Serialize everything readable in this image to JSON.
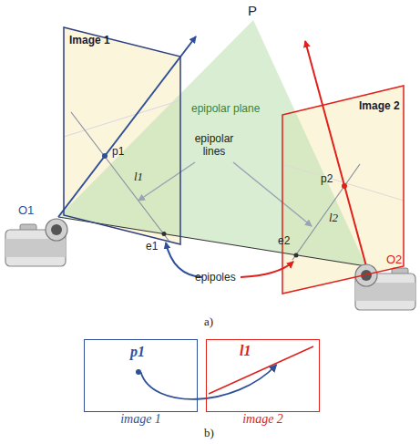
{
  "diagram": {
    "nodes": [
      {
        "text": [
          "Image 1"
        ]
      },
      {
        "text": [
          "Image 2"
        ]
      },
      {
        "text": [
          "p1",
          "image 1"
        ]
      },
      {
        "text": [
          "l1",
          "image 2"
        ]
      }
    ],
    "edges": [
      {
        "from": 2,
        "to": 3,
        "arrow": "to"
      }
    ],
    "labels": [
      "P",
      "epipolar plane",
      "p1",
      "l1",
      "epipolar lines",
      "e1",
      "e2",
      "p2",
      "l2",
      "O1",
      "O2",
      "epipoles",
      "a)",
      "b)"
    ]
  }
}
